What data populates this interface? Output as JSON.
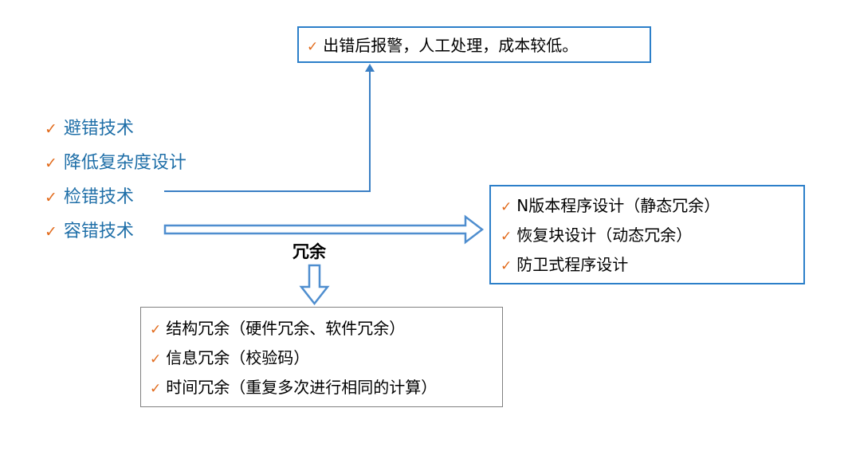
{
  "techniques": [
    {
      "check": "✓",
      "label": "避错技术"
    },
    {
      "check": "✓",
      "label": "降低复杂度设计"
    },
    {
      "check": "✓",
      "label": "检错技术"
    },
    {
      "check": "✓",
      "label": "容错技术"
    }
  ],
  "detection_box": {
    "items": [
      {
        "check": "✓",
        "label": "出错后报警，人工处理，成本较低。"
      }
    ]
  },
  "tolerance_box": {
    "items": [
      {
        "check": "✓",
        "label": "N版本程序设计（静态冗余）"
      },
      {
        "check": "✓",
        "label": "恢复块设计（动态冗余）"
      },
      {
        "check": "✓",
        "label": "防卫式程序设计"
      }
    ]
  },
  "redundancy_label": "冗余",
  "redundancy_box": {
    "items": [
      {
        "check": "✓",
        "label": "结构冗余（硬件冗余、软件冗余）"
      },
      {
        "check": "✓",
        "label": "信息冗余（校验码）"
      },
      {
        "check": "✓",
        "label": "时间冗余（重复多次进行相同的计算）"
      }
    ]
  },
  "colors": {
    "check": "#e26b1c",
    "technique_text": "#1f6fa8",
    "box_border": "#2c7fc9",
    "arrow_stroke": "#4f8ecf"
  }
}
